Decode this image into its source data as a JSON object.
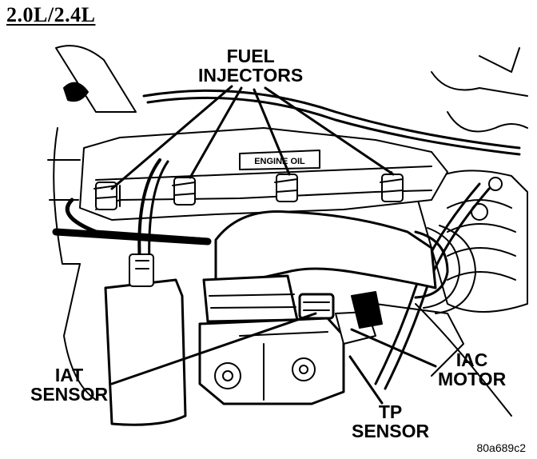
{
  "engine_label": "2.0L/2.4L",
  "callouts": {
    "fuel_injectors": [
      "FUEL",
      "INJECTORS"
    ],
    "iat_sensor": [
      "IAT",
      "SENSOR"
    ],
    "iac_motor": [
      "IAC",
      "MOTOR"
    ],
    "tp_sensor": [
      "TP",
      "SENSOR"
    ]
  },
  "engine_oil_cap_text": "ENGINE OIL",
  "figure_code": "80a689c2"
}
